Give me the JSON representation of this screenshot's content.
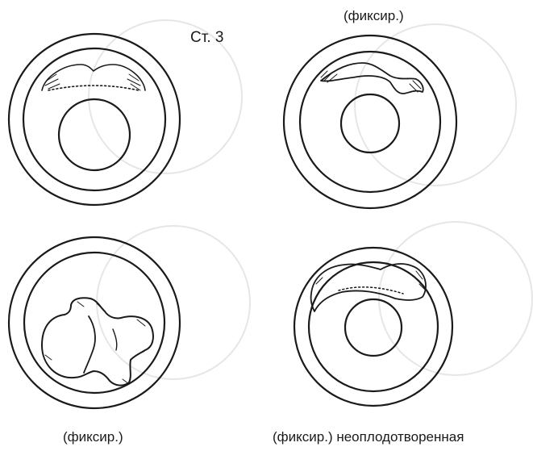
{
  "figure": {
    "stage_label": "Ст. 3",
    "panels": [
      {
        "label": ""
      },
      {
        "label": "(фиксир.)"
      },
      {
        "label": "(фиксир.)"
      },
      {
        "label": "(фиксир.) неоплодотворенная"
      }
    ]
  },
  "colors": {
    "ink": "#1a1a1a",
    "ghost": "#e6e6e6",
    "background": "#ffffff"
  }
}
